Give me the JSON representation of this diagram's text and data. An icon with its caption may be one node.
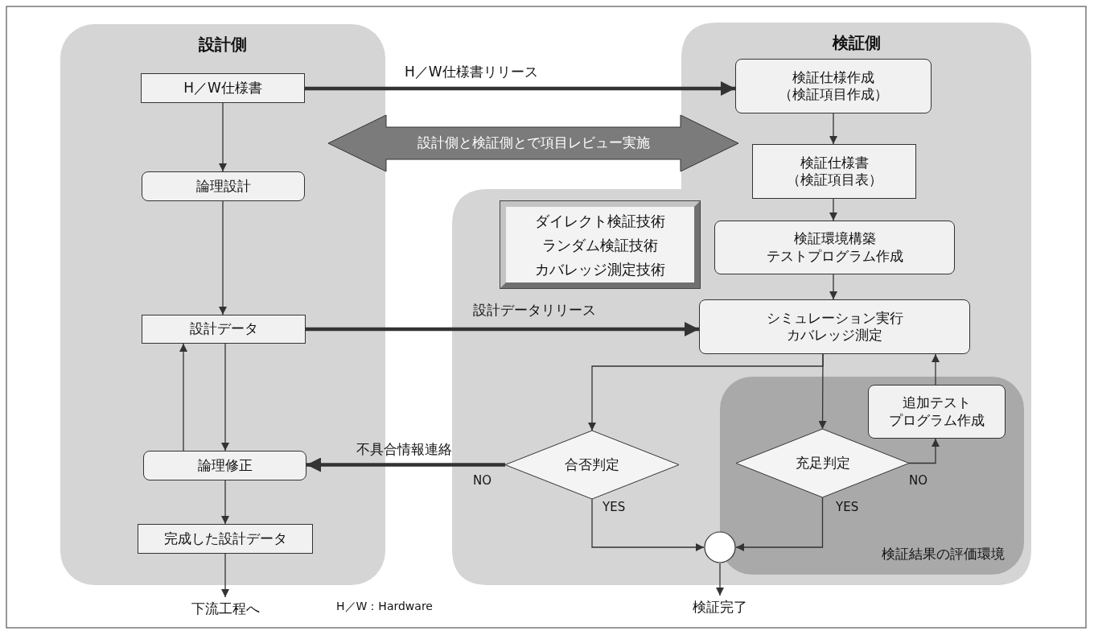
{
  "diagram": {
    "nodes": [
      {
        "text": [
          "設計側"
        ]
      },
      {
        "text": [
          "H／W仕様書"
        ],
        "in": 0
      },
      {
        "text": [
          "論理設計"
        ],
        "in": 0
      },
      {
        "text": [
          "設計データ"
        ],
        "in": 0
      },
      {
        "text": [
          "論理修正"
        ],
        "in": 0
      },
      {
        "text": [
          "完成した設計データ"
        ],
        "in": 0
      },
      {
        "text": [
          "下流工程へ"
        ]
      },
      {
        "text": [
          "検証側"
        ]
      },
      {
        "text": [
          "検証仕様作成（検証項目作成）"
        ],
        "in": 7
      },
      {
        "text": [
          "検証仕様書（検証項目表）"
        ],
        "in": 7
      },
      {
        "text": [
          "検証環境構築テストプログラム作成"
        ],
        "in": 7
      },
      {
        "text": [
          "シミュレーション実行カバレッジ測定"
        ],
        "in": 7
      },
      {
        "text": [
          "ダイレクト検証技術",
          "ランダム検証技術",
          "カバレッジ測定技術"
        ],
        "in": 7
      },
      {
        "text": [
          "検証結果の評価環境"
        ],
        "in": 7
      },
      {
        "text": [
          "合否判定"
        ],
        "in": 7
      },
      {
        "text": [
          "充足判定"
        ],
        "in": 13
      },
      {
        "text": [
          "追加テストプログラム作成"
        ],
        "in": 13
      },
      {
        "text": [],
        "shape": "circle",
        "in": 7
      },
      {
        "text": [
          "検証完了"
        ]
      },
      {
        "text": [
          "設計側と検証側とで項目レビュー実施"
        ]
      }
    ],
    "edges": [
      {
        "from": 1,
        "to": 8,
        "arrow": "to",
        "label": "H／W仕様書リリース",
        "style": "thick"
      },
      {
        "from": 1,
        "to": 2,
        "arrow": "to"
      },
      {
        "from": 2,
        "to": 3,
        "arrow": "to"
      },
      {
        "from": 3,
        "to": 4,
        "arrow": "to"
      },
      {
        "from": 4,
        "to": 3,
        "arrow": "to"
      },
      {
        "from": 4,
        "to": 5,
        "arrow": "to"
      },
      {
        "from": 5,
        "to": 6,
        "arrow": "to"
      },
      {
        "from": 3,
        "to": 11,
        "arrow": "to",
        "label": "設計データリリース",
        "style": "thick"
      },
      {
        "from": 8,
        "to": 9,
        "arrow": "to"
      },
      {
        "from": 9,
        "to": 10,
        "arrow": "to"
      },
      {
        "from": 10,
        "to": 11,
        "arrow": "to"
      },
      {
        "from": 11,
        "to": 14,
        "arrow": "to"
      },
      {
        "from": 11,
        "to": 15,
        "arrow": "to"
      },
      {
        "from": 14,
        "to": 4,
        "arrow": "to",
        "label": "不具合情報連絡",
        "style": "thick"
      },
      {
        "from": 14,
        "to": 17,
        "arrow": "to",
        "label": "YES"
      },
      {
        "from": 15,
        "to": 17,
        "arrow": "to",
        "label": "YES"
      },
      {
        "from": 15,
        "to": 16,
        "arrow": "to",
        "label": "NO"
      },
      {
        "from": 16,
        "to": 11,
        "arrow": "to"
      },
      {
        "from": 17,
        "to": 18,
        "arrow": "to"
      }
    ],
    "labels": [
      "NO",
      "H／W：Hardware"
    ]
  }
}
